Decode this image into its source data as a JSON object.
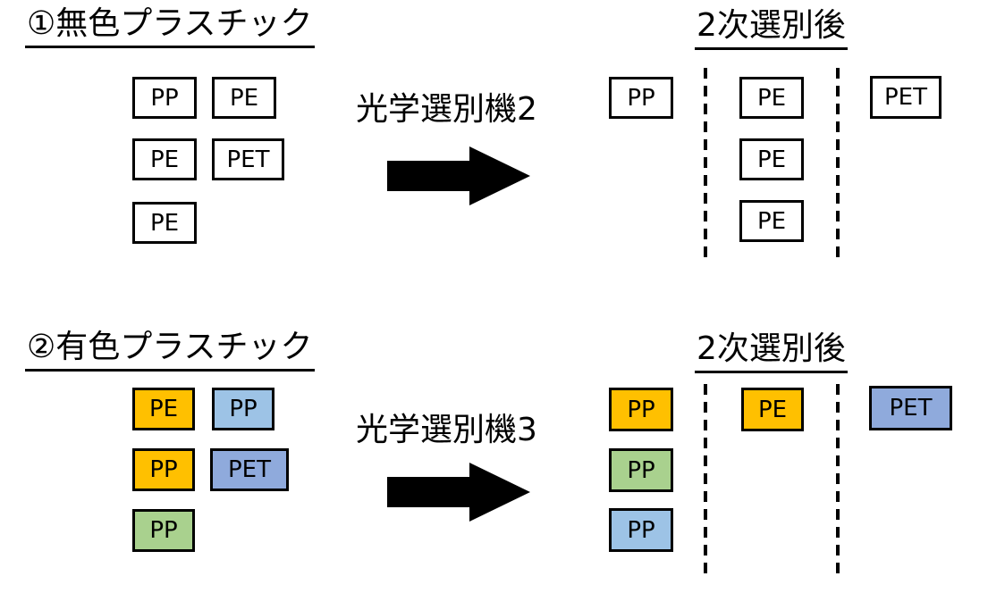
{
  "colors": {
    "chip_white": "#FFFFFF",
    "chip_orange": "#FFC000",
    "chip_light_blue": "#9DC3E6",
    "chip_blue": "#8FAADC",
    "chip_green": "#A9D18E",
    "arrow": "#000000",
    "separator": "#000000",
    "text": "#000000"
  },
  "icons": {
    "arrow": "arrow-right-icon"
  },
  "sections": [
    {
      "title": "①無色プラスチック",
      "machine_label": "光学選別機2",
      "result_title": "2次選別後",
      "input_boxes": [
        {
          "label": "PP",
          "fill": "#FFFFFF"
        },
        {
          "label": "PE",
          "fill": "#FFFFFF"
        },
        {
          "label": "PE",
          "fill": "#FFFFFF"
        },
        {
          "label": "PET",
          "fill": "#FFFFFF"
        },
        {
          "label": "PE",
          "fill": "#FFFFFF"
        }
      ],
      "output_boxes": [
        {
          "label": "PP",
          "fill": "#FFFFFF",
          "lane": 1
        },
        {
          "label": "PE",
          "fill": "#FFFFFF",
          "lane": 2
        },
        {
          "label": "PE",
          "fill": "#FFFFFF",
          "lane": 2
        },
        {
          "label": "PE",
          "fill": "#FFFFFF",
          "lane": 2
        },
        {
          "label": "PET",
          "fill": "#FFFFFF",
          "lane": 3
        }
      ]
    },
    {
      "title": "②有色プラスチック",
      "machine_label": "光学選別機3",
      "result_title": "2次選別後",
      "input_boxes": [
        {
          "label": "PE",
          "fill": "#FFC000"
        },
        {
          "label": "PP",
          "fill": "#9DC3E6"
        },
        {
          "label": "PP",
          "fill": "#FFC000"
        },
        {
          "label": "PET",
          "fill": "#8FAADC"
        },
        {
          "label": "PP",
          "fill": "#A9D18E"
        }
      ],
      "output_boxes": [
        {
          "label": "PP",
          "fill": "#FFC000",
          "lane": 1
        },
        {
          "label": "PP",
          "fill": "#A9D18E",
          "lane": 1
        },
        {
          "label": "PP",
          "fill": "#9DC3E6",
          "lane": 1
        },
        {
          "label": "PE",
          "fill": "#FFC000",
          "lane": 2
        },
        {
          "label": "PET",
          "fill": "#8FAADC",
          "lane": 3
        }
      ]
    }
  ]
}
